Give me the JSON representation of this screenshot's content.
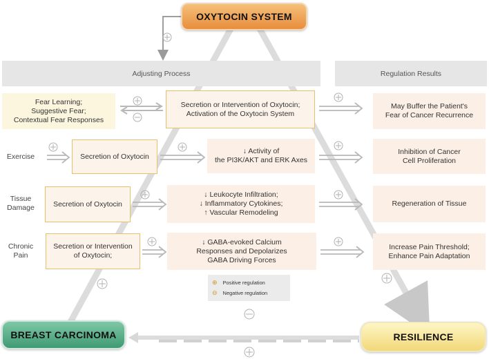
{
  "title": "OXYTOCIN SYSTEM",
  "headers": {
    "adjusting": "Adjusting Process",
    "results": "Regulation Results"
  },
  "rows": [
    {
      "left": "Fear Learning;\nSuggestive Fear;\nContextual Fear Responses",
      "middle": "Secretion or Intervention of Oxytocin;\nActivation of the Oxytocin System",
      "result": "May Buffer the Patient's\nFear of Cancer Recurrence"
    },
    {
      "label": "Exercise",
      "left": "Secretion of Oxytocin",
      "middle": "↓ Activity of\nthe PI3K/AKT and ERK Axes",
      "result": "Inhibition of Cancer\nCell Proliferation"
    },
    {
      "label": "Tissue\nDamage",
      "left": "Secretion of Oxytocin",
      "middle": "↓ Leukocyte Infiltration;\n↓ Inflammatory Cytokines;\n↑ Vascular Remodeling",
      "result": "Regeneration of Tissue"
    },
    {
      "label": "Chronic\nPain",
      "left": "Secretion or Intervention\nof Oxytocin;",
      "middle": "↓ GABA-evoked Calcium\nResponses and Depolarizes\nGABA Driving Forces",
      "result": "Increase Pain Threshold;\nEnhance Pain Adaptation"
    }
  ],
  "legend": {
    "positive_symbol": "⊕",
    "positive": "Positive regulation",
    "negative_symbol": "⊖",
    "negative": "Negative regulation"
  },
  "breast_carcinoma": "BREAST CARCINOMA",
  "resilience": "RESILIENCE",
  "plus": "⊕",
  "minus": "⊖",
  "colors": {
    "oxytocin": "#ec9a4c",
    "breast_carcinoma": "#4fa77f",
    "resilience": "#f5dc8a",
    "triangle": "#d9d9d9",
    "box_border": "#e8bf6a"
  }
}
